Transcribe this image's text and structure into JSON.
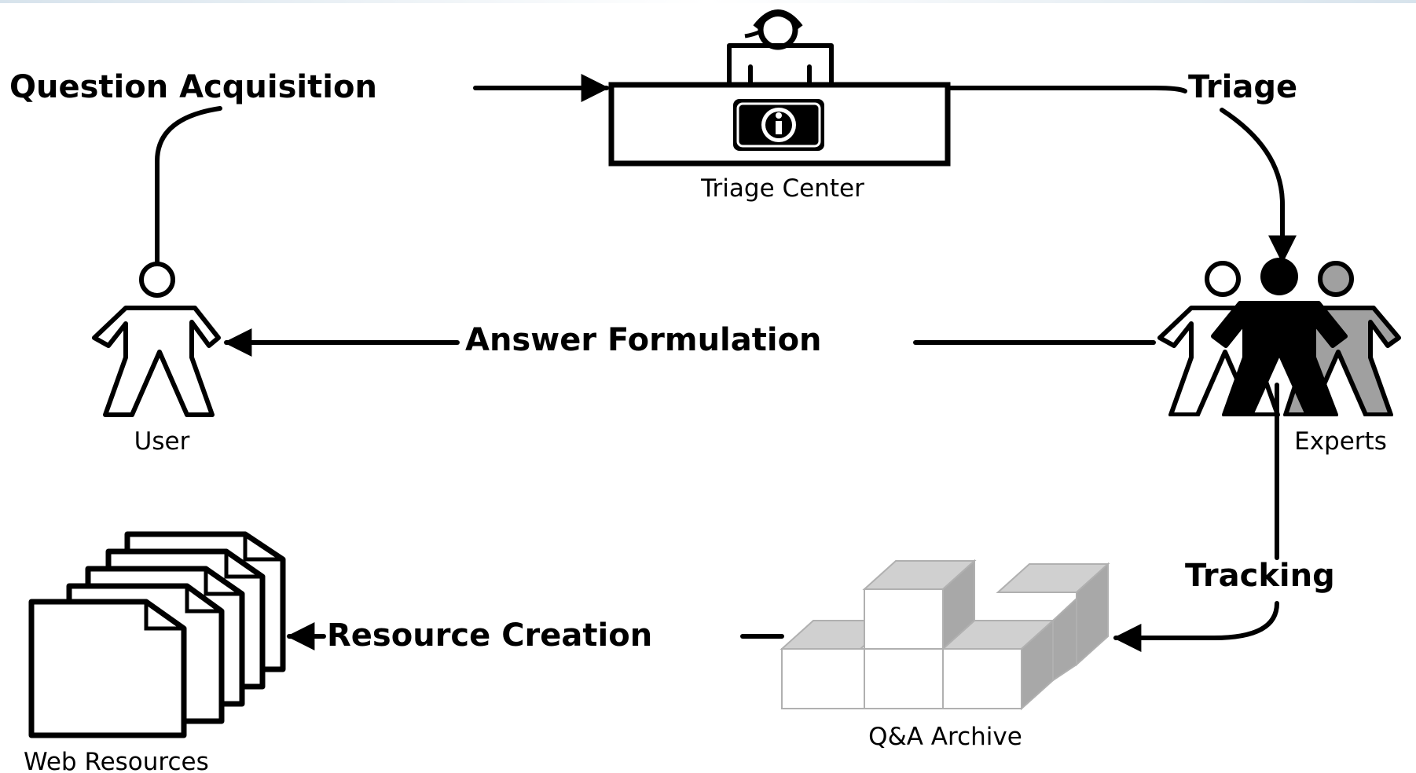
{
  "flows": {
    "question_acquisition": "Question Acquisition",
    "triage": "Triage",
    "answer_formulation": "Answer Formulation",
    "tracking": "Tracking",
    "resource_creation": "Resource Creation"
  },
  "nodes": {
    "triage_center": "Triage Center",
    "user": "User",
    "experts": "Experts",
    "qa_archive": "Q&A Archive",
    "web_resources": "Web Resources"
  },
  "icons": {
    "triage_center": "info-desk-icon",
    "user": "person-icon",
    "experts": "group-icon",
    "qa_archive": "stacked-boxes-icon",
    "web_resources": "document-stack-icon"
  },
  "colors": {
    "line": "#000000",
    "expert_gray": "#a0a0a0",
    "cube_top": "#d0d0d0",
    "cube_side": "#a8a8a8",
    "cube_front": "#ffffff"
  }
}
